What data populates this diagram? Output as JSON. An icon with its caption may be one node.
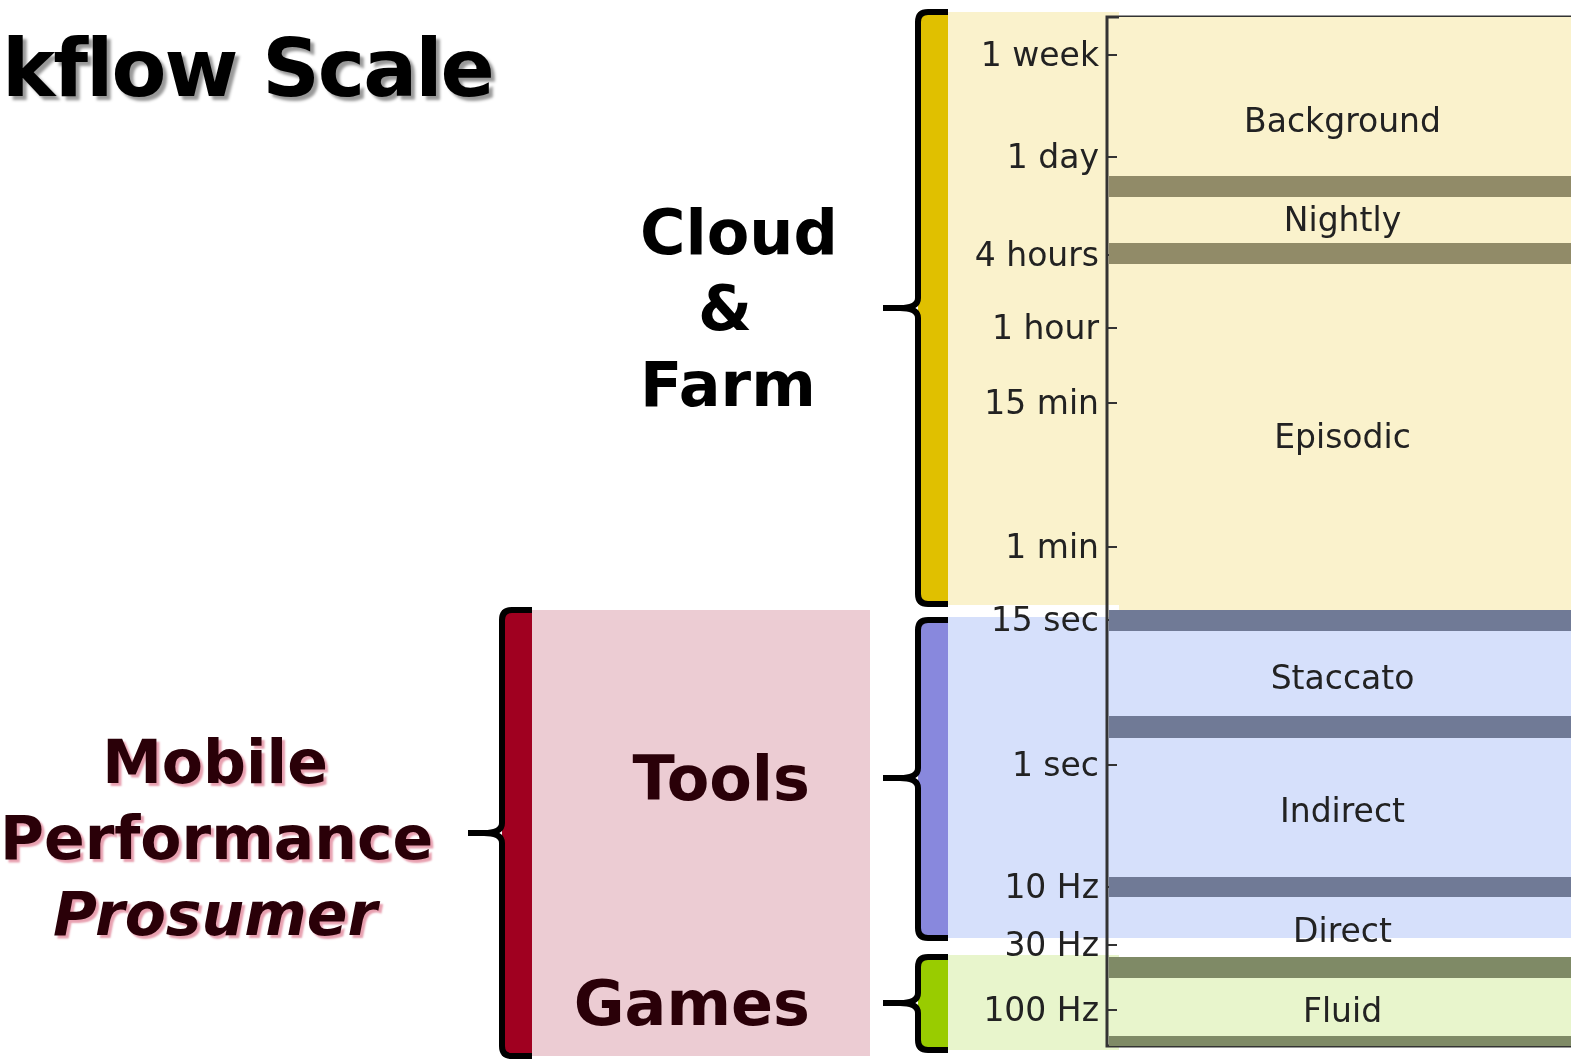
{
  "diagram": {
    "title": "kflow Scale",
    "nodes": [
      {
        "text": [
          "Tools",
          "Games"
        ]
      },
      {
        "text": [
          "Background"
        ]
      },
      {
        "text": [
          "Nightly"
        ]
      },
      {
        "text": [
          "Episodic"
        ]
      },
      {
        "text": [
          "Staccato"
        ]
      },
      {
        "text": [
          "Indirect"
        ]
      },
      {
        "text": [
          "Direct"
        ]
      },
      {
        "text": [
          "Fluid"
        ]
      },
      {
        "text": [],
        "shape": "bar"
      },
      {
        "text": [],
        "shape": "bar"
      },
      {
        "text": [],
        "shape": "bar"
      },
      {
        "text": [],
        "shape": "bar"
      },
      {
        "text": [],
        "shape": "bar"
      },
      {
        "text": [],
        "shape": "bar"
      },
      {
        "text": [],
        "shape": "bar"
      }
    ],
    "edges": [],
    "labels": [
      "Cloud & Farm",
      "Mobile Performance",
      "Prosumer",
      "1 week",
      "1 day",
      "4 hours",
      "1 hour",
      "15 min",
      "1 min",
      "15 sec",
      "1 sec",
      "10 Hz",
      "30 Hz",
      "100 Hz"
    ]
  }
}
